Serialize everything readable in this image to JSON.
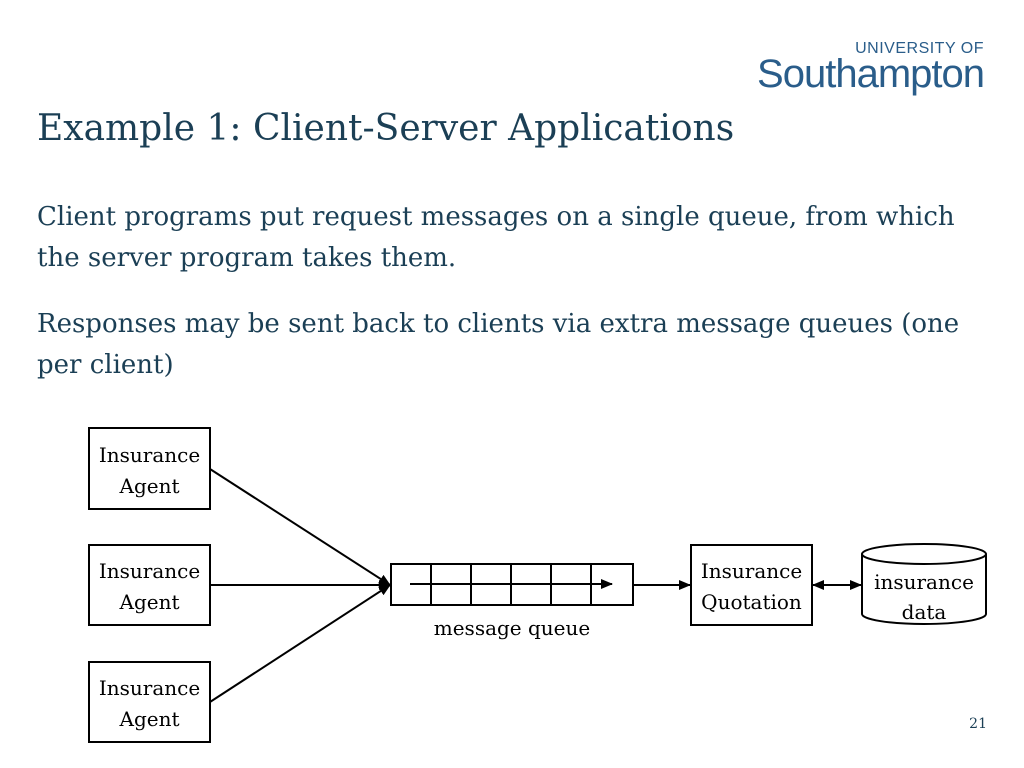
{
  "logo": {
    "line1": "UNIVERSITY OF",
    "line2": "Southampton"
  },
  "slide": {
    "title": "Example 1: Client-Server Applications",
    "paragraph1": "Client programs put request messages on a single queue, from which the server program takes them.",
    "paragraph2": "Responses may be sent back to clients via extra message queues (one per client)",
    "page_number": "21"
  },
  "diagram": {
    "agents": [
      {
        "line1": "Insurance",
        "line2": "Agent"
      },
      {
        "line1": "Insurance",
        "line2": "Agent"
      },
      {
        "line1": "Insurance",
        "line2": "Agent"
      }
    ],
    "queue_label": "message queue",
    "server": {
      "line1": "Insurance",
      "line2": "Quotation"
    },
    "database": {
      "line1": "insurance",
      "line2": "data"
    }
  },
  "colors": {
    "title": "#1b3f55",
    "logo": "#2a5d8a",
    "lines": "#000000"
  }
}
